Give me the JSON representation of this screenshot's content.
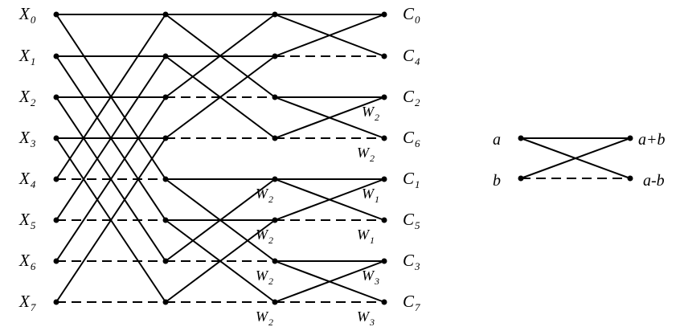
{
  "inputs": [
    {
      "base": "X",
      "sub": "0"
    },
    {
      "base": "X",
      "sub": "1"
    },
    {
      "base": "X",
      "sub": "2"
    },
    {
      "base": "X",
      "sub": "3"
    },
    {
      "base": "X",
      "sub": "4"
    },
    {
      "base": "X",
      "sub": "5"
    },
    {
      "base": "X",
      "sub": "6"
    },
    {
      "base": "X",
      "sub": "7"
    }
  ],
  "outputs": [
    {
      "base": "C",
      "sub": "0"
    },
    {
      "base": "C",
      "sub": "4"
    },
    {
      "base": "C",
      "sub": "2"
    },
    {
      "base": "C",
      "sub": "6"
    },
    {
      "base": "C",
      "sub": "1"
    },
    {
      "base": "C",
      "sub": "5"
    },
    {
      "base": "C",
      "sub": "3"
    },
    {
      "base": "C",
      "sub": "7"
    }
  ],
  "twiddles": {
    "stage2": [
      {
        "row": 4,
        "base": "W",
        "sub": "2"
      },
      {
        "row": 5,
        "base": "W",
        "sub": "2"
      },
      {
        "row": 6,
        "base": "W",
        "sub": "2"
      },
      {
        "row": 7,
        "base": "W",
        "sub": "2"
      }
    ],
    "stage3": [
      {
        "row": 2,
        "base": "W",
        "sub": "2"
      },
      {
        "row": 3,
        "base": "W",
        "sub": "2"
      },
      {
        "row": 4,
        "base": "W",
        "sub": "1"
      },
      {
        "row": 5,
        "base": "W",
        "sub": "1"
      },
      {
        "row": 6,
        "base": "W",
        "sub": "3"
      },
      {
        "row": 7,
        "base": "W",
        "sub": "3"
      }
    ]
  },
  "legend": {
    "in_a": "a",
    "in_b": "b",
    "out_sum": "a+b",
    "out_diff": "a-b"
  }
}
